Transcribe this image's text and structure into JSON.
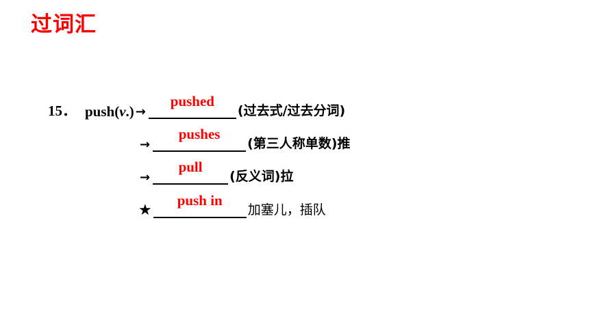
{
  "heading": "过词汇",
  "item": {
    "number": "15．",
    "headword": "push",
    "pos_open": "(",
    "pos": "v",
    "pos_close": ".)",
    "arrow": "→",
    "rows": [
      {
        "answer": "pushed",
        "note": "(过去式/过去分词)"
      },
      {
        "prefix": "→",
        "answer": "pushes",
        "note": "(第三人称单数)推"
      },
      {
        "prefix": "→",
        "answer": "pull",
        "note": "(反义词)拉"
      },
      {
        "prefix": "★",
        "answer": "push in",
        "note": "加塞儿，插队"
      }
    ]
  },
  "colors": {
    "heading": "#ff0000",
    "answer": "#ff0000",
    "text": "#000000",
    "background": "#ffffff"
  }
}
